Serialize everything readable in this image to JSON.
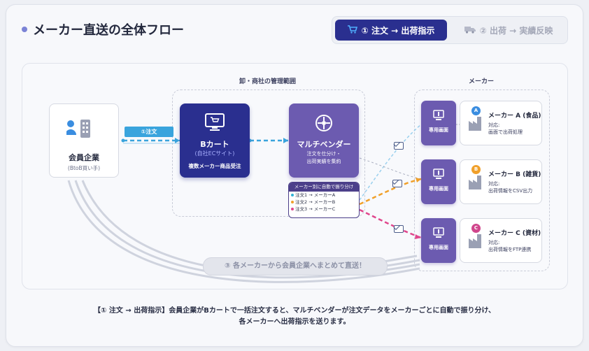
{
  "title": "メーカー直送の全体フロー",
  "tabs": [
    {
      "label": "① 注文 → 出荷指示",
      "icon": "cart-icon",
      "active": true
    },
    {
      "label": "② 出荷 → 実績反映",
      "icon": "truck-icon",
      "active": false
    }
  ],
  "zones": {
    "wholesale_label": "卸・商社の管理範囲",
    "maker_label": "メーカー"
  },
  "member": {
    "name": "会員企業",
    "sub": "(BtoB買い手)"
  },
  "bcart": {
    "name": "Bカート",
    "sub": "(自社ECサイト)",
    "desc": "複数メーカー商品受注"
  },
  "order_tag": "①注文",
  "multivendor": {
    "name": "マルチベンダー",
    "desc_line1": "注文を仕分け・",
    "desc_line2": "出荷実績を集約"
  },
  "routing": {
    "title": "メーカー別に自動で振り分け",
    "rows": [
      {
        "text": "注文1 → メーカーA",
        "color": "#2fb3d6"
      },
      {
        "text": "注文2 → メーカーB",
        "color": "#f0a02a"
      },
      {
        "text": "注文3 → メーカーC",
        "color": "#e0468c"
      }
    ]
  },
  "makers": [
    {
      "badge": "A",
      "badge_color": "#3a8de0",
      "name": "メーカー A (食品)",
      "support_label": "対応:",
      "support": "画面で出荷処理",
      "screen_label": "専用画面"
    },
    {
      "badge": "B",
      "badge_color": "#f0a02a",
      "name": "メーカー B (雑貨)",
      "support_label": "対応:",
      "support": "出荷情報をCSV出力",
      "screen_label": "専用画面"
    },
    {
      "badge": "C",
      "badge_color": "#d0468c",
      "name": "メーカー C (資材)",
      "support_label": "対応:",
      "support": "出荷情報をFTP連携",
      "screen_label": "専用画面"
    }
  ],
  "ship_label": "③ 各メーカーから会員企業へまとめて直送！",
  "caption_line1": "【① 注文 → 出荷指示】会員企業がBカートで一括注文すると、マルチベンダーが注文データをメーカーごとに自動で振り分け、",
  "caption_line2": "各メーカーへ出荷指示を送ります。",
  "colors": {
    "primary": "#2a2f8f",
    "vendor": "#6c5bb0",
    "flow_blue": "#3aa4dd",
    "flow_orange": "#f0a02a",
    "flow_pink": "#e0468c"
  }
}
